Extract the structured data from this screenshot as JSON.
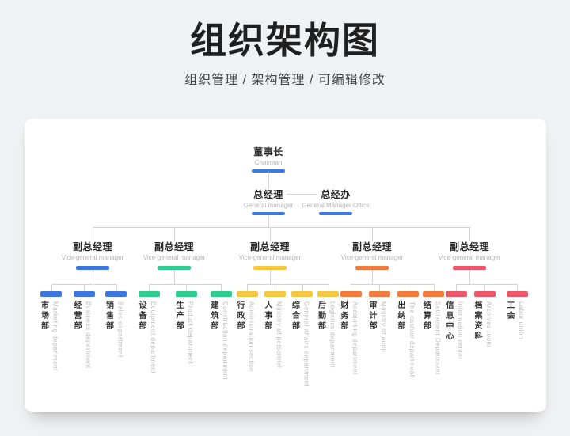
{
  "page": {
    "title": "组织架构图",
    "subtitle": "组织管理 / 架构管理 / 可编辑修改"
  },
  "colors": {
    "blue": "#3C76E1",
    "green": "#2ECC8E",
    "yellow": "#F6C63E",
    "orange": "#F4793A",
    "red": "#EE5566",
    "line": "#D3D3D3",
    "page_bg": "#F0F1F2",
    "card_bg": "#FFFFFF"
  },
  "chart": {
    "type": "org-tree",
    "root": {
      "zh": "董事长",
      "en": "Chairman",
      "color": "blue"
    },
    "general_manager": {
      "zh": "总经理",
      "en": "General manager",
      "color": "blue"
    },
    "gm_office": {
      "zh": "总经办",
      "en": "General Manager Office",
      "color": "blue"
    },
    "vp_label": {
      "zh": "副总经理",
      "en": "Vice-general manager"
    },
    "groups": [
      {
        "color": "blue",
        "departments": [
          {
            "zh": "市场部",
            "en": "Marketing department"
          },
          {
            "zh": "经营部",
            "en": "Business department"
          },
          {
            "zh": "销售部",
            "en": "Sales department"
          }
        ]
      },
      {
        "color": "green",
        "departments": [
          {
            "zh": "设备部",
            "en": "Equipment department"
          },
          {
            "zh": "生产部",
            "en": "Product department"
          },
          {
            "zh": "建筑部",
            "en": "Construction department"
          }
        ]
      },
      {
        "color": "yellow",
        "departments": [
          {
            "zh": "行政部",
            "en": "Administration section"
          },
          {
            "zh": "人事部",
            "en": "Ministry of personnel"
          },
          {
            "zh": "综合部",
            "en": "General affairs department"
          },
          {
            "zh": "后勤部",
            "en": "Logistics department"
          }
        ]
      },
      {
        "color": "orange",
        "departments": [
          {
            "zh": "财务部",
            "en": "Accounting department"
          },
          {
            "zh": "审计部",
            "en": "Ministry of audit"
          },
          {
            "zh": "出纳部",
            "en": "The cashier department"
          },
          {
            "zh": "结算部",
            "en": "Settlement Department"
          }
        ]
      },
      {
        "color": "red",
        "departments": [
          {
            "zh": "信息中心",
            "en": "Information center"
          },
          {
            "zh": "档案资料",
            "en": "Archives room"
          },
          {
            "zh": "工会",
            "en": "Labor union"
          }
        ]
      }
    ]
  }
}
